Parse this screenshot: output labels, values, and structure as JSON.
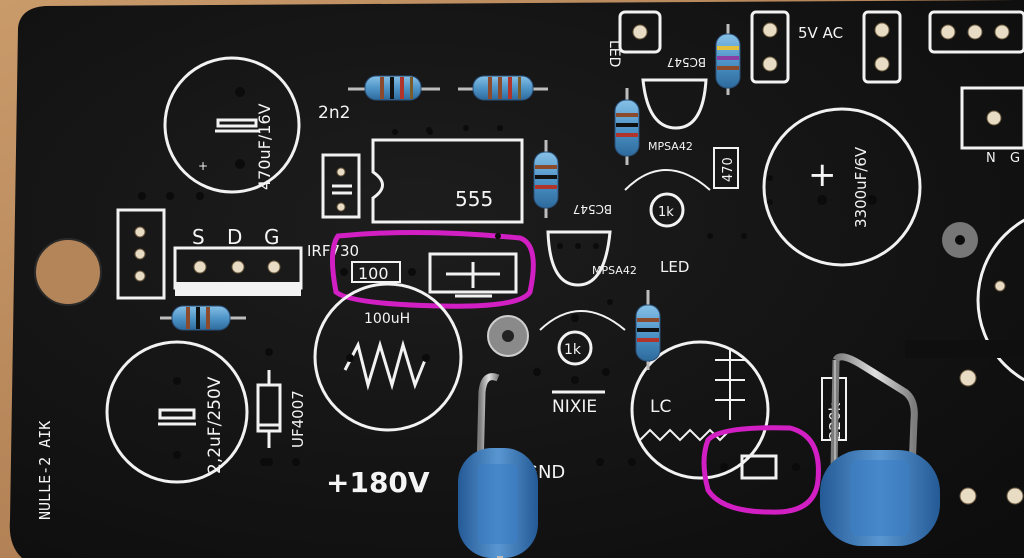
{
  "colors": {
    "board": "#141414",
    "wood": "#b9865a",
    "silkscreen": "#f2f2f2",
    "highlight": "#d21fc4",
    "resistor_body": "#4f95c8",
    "hv_resistor": "#3b74b8"
  },
  "labels": {
    "board_name": "NULLE-2 AIK",
    "cap_470": "470uF/16V",
    "cap_2n2": "2n2",
    "ic_555": "555",
    "sdg_s": "S",
    "sdg_d": "D",
    "sdg_g": "G",
    "irf": "IRF730",
    "r_100": "100",
    "cap_2_2": "2,2uF/250V",
    "uf4007": "UF4007",
    "inductor": "100uH",
    "v180": "+180V",
    "gnd": "GND",
    "nixie": "NIXIE",
    "led_top": "LED",
    "bc547_top": "BC547",
    "mpsa42_top": "MPSA42",
    "r_470": "470",
    "r_1k_top": "1k",
    "bc547_mid": "BC547",
    "mpsa42_mid": "MPSA42",
    "led_mid": "LED",
    "r_1k_mid": "1k",
    "v5ac": "5V AC",
    "cap_3300": "3300uF/6V",
    "r_220k": "220k",
    "lc": "LC",
    "ng_n": "N",
    "ng_g": "G"
  },
  "icons": [
    "mounting-hole-icon",
    "plus-sign-icon",
    "inductor-zigzag-icon",
    "diode-symbol-icon",
    "capacitor-symbol-icon"
  ]
}
